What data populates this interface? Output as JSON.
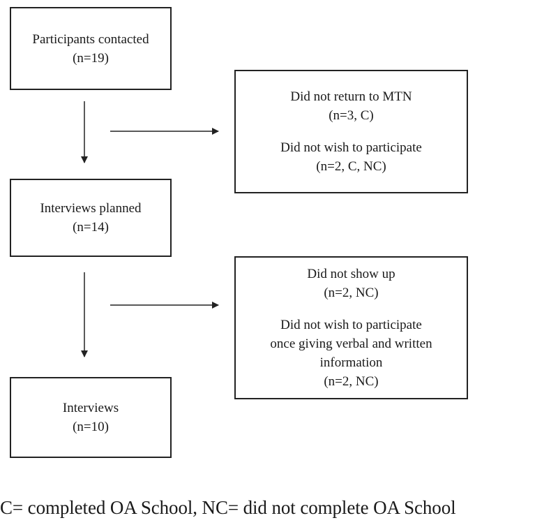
{
  "flowchart": {
    "contacted": {
      "title": "Participants contacted",
      "count": "(n=19)"
    },
    "planned": {
      "title": "Interviews planned",
      "count": "(n=14)"
    },
    "interviews": {
      "title": "Interviews",
      "count": "(n=10)"
    },
    "exclusion_1": {
      "reason_a": "Did not return to MTN",
      "count_a": "(n=3, C)",
      "reason_b": "Did not wish to participate",
      "count_b": "(n=2, C, NC)"
    },
    "exclusion_2": {
      "reason_a": "Did not show up",
      "count_a": "(n=2, NC)",
      "reason_b_line1": "Did not wish to participate",
      "reason_b_line2": "once giving verbal and written",
      "reason_b_line3": "information",
      "count_b": "(n=2, NC)"
    }
  },
  "footnote": "C= completed OA School, NC= did not complete OA School"
}
